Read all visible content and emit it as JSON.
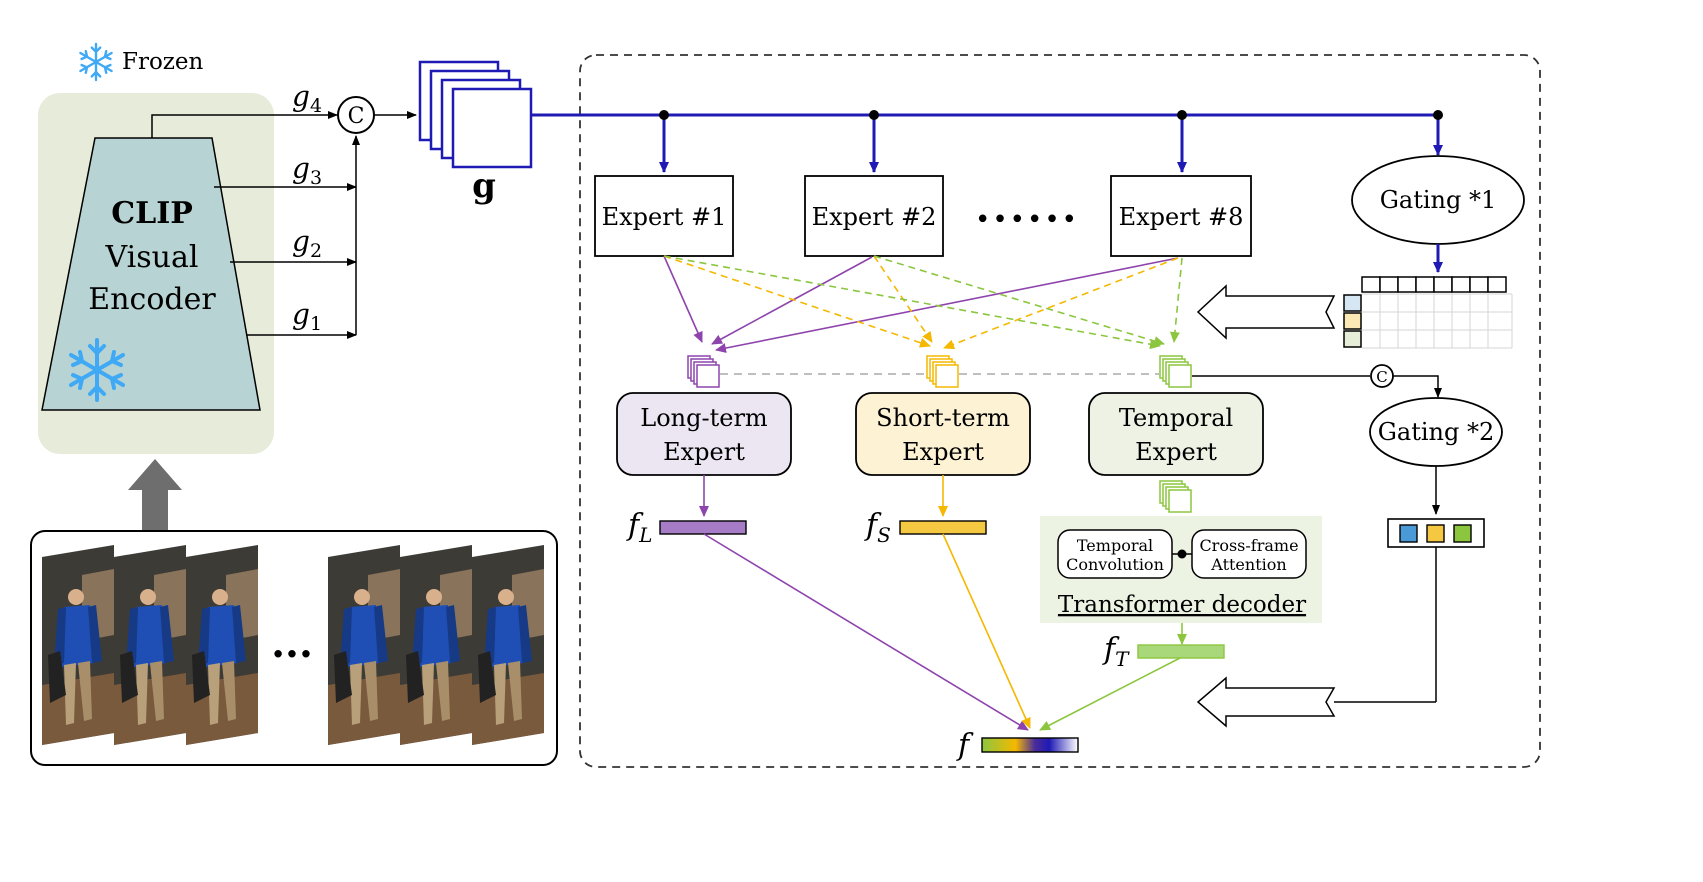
{
  "frozen_label": "Frozen",
  "encoder": {
    "line1": "CLIP",
    "line2": "Visual",
    "line3": "Encoder"
  },
  "features": {
    "g4_base": "g",
    "g4_sub": "4",
    "g3_base": "g",
    "g3_sub": "3",
    "g2_base": "g",
    "g2_sub": "2",
    "g1_base": "g",
    "g1_sub": "1",
    "g_stack": "g"
  },
  "concat_symbol": "C",
  "ellipsis_frames": "···",
  "experts": {
    "e1": "Expert #1",
    "e2": "Expert #2",
    "e8": "Expert #8",
    "dots": "••••••"
  },
  "gating1": "Gating *1",
  "gating2": "Gating *2",
  "specialists": {
    "long": {
      "line1": "Long-term",
      "line2": "Expert"
    },
    "short": {
      "line1": "Short-term",
      "line2": "Expert"
    },
    "temporal": {
      "line1": "Temporal",
      "line2": "Expert"
    }
  },
  "decoder": {
    "temporal_conv_1": "Temporal",
    "temporal_conv_2": "Convolution",
    "cross_attn_1": "Cross-frame",
    "cross_attn_2": "Attention",
    "title": "Transformer decoder"
  },
  "outputs": {
    "fL_base": "f",
    "fL_sub": "L",
    "fS_base": "f",
    "fS_sub": "S",
    "fT_base": "f",
    "fT_sub": "T",
    "f_final": "f"
  },
  "colors": {
    "blue_line": "#1f1ab4",
    "purple": "#8e44ad",
    "yellow": "#f5b800",
    "green": "#8cc63f",
    "encoder_bg": "#e6ecd9",
    "encoder_fill": "#b7d3d3",
    "long_fill": "#ece6f2",
    "short_fill": "#fdf3d4",
    "temporal_fill": "#edf2e4",
    "decoder_bg": "#edf3e3"
  }
}
